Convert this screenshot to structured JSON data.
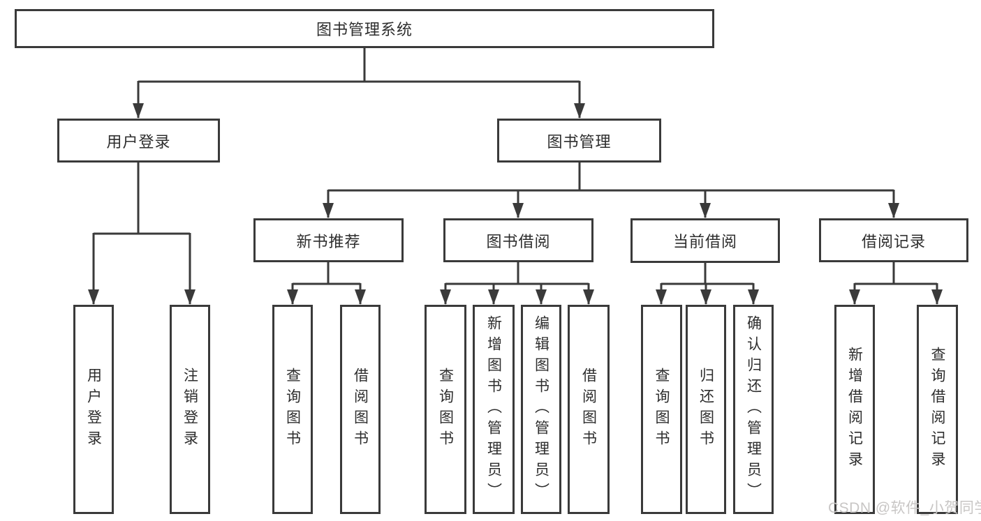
{
  "diagram": {
    "title": "图书管理系统",
    "watermark": "CSDN @软件_小贺同学",
    "colors": {
      "background": "#ffffff",
      "line": "#3a3a3a",
      "box_border": "#3a3a3a",
      "text": "#2d2d2d",
      "watermark_text": "#c8c6c5"
    },
    "nodes": {
      "root": {
        "label": "图书管理系统"
      },
      "user_login": {
        "label": "用户登录"
      },
      "book_mgmt": {
        "label": "图书管理"
      },
      "new_book_rec": {
        "label": "新书推荐"
      },
      "book_borrow": {
        "label": "图书借阅"
      },
      "current_borrow": {
        "label": "当前借阅"
      },
      "borrow_records": {
        "label": "借阅记录"
      },
      "leaf_user_login": {
        "label": "用户登录"
      },
      "leaf_logout": {
        "label": "注销登录"
      },
      "leaf_query_book_1": {
        "label": "查询图书"
      },
      "leaf_borrow_book_1": {
        "label": "借阅图书"
      },
      "leaf_query_book_2": {
        "label": "查询图书"
      },
      "leaf_add_book": {
        "label": "新增图书（管理员）"
      },
      "leaf_edit_book": {
        "label": "编辑图书（管理员）"
      },
      "leaf_borrow_book_2": {
        "label": "借阅图书"
      },
      "leaf_query_book_3": {
        "label": "查询图书"
      },
      "leaf_return_book": {
        "label": "归还图书"
      },
      "leaf_confirm_return": {
        "label": "确认归还（管理员）"
      },
      "leaf_add_borrow_record": {
        "label": "新增借阅记录"
      },
      "leaf_query_borrow_record": {
        "label": "查询借阅记录"
      }
    },
    "structure": {
      "root": [
        "user_login",
        "book_mgmt"
      ],
      "user_login": [
        "leaf_user_login",
        "leaf_logout"
      ],
      "book_mgmt": [
        "new_book_rec",
        "book_borrow",
        "current_borrow",
        "borrow_records"
      ],
      "new_book_rec": [
        "leaf_query_book_1",
        "leaf_borrow_book_1"
      ],
      "book_borrow": [
        "leaf_query_book_2",
        "leaf_add_book",
        "leaf_edit_book",
        "leaf_borrow_book_2"
      ],
      "current_borrow": [
        "leaf_query_book_3",
        "leaf_return_book",
        "leaf_confirm_return"
      ],
      "borrow_records": [
        "leaf_add_borrow_record",
        "leaf_query_borrow_record"
      ]
    }
  }
}
